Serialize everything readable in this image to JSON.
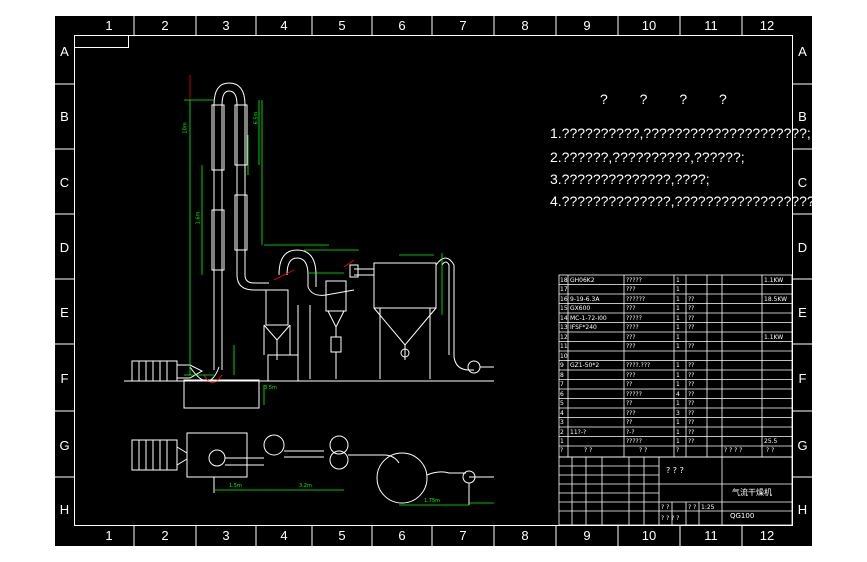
{
  "border": {
    "columns": [
      "1",
      "2",
      "3",
      "4",
      "5",
      "6",
      "7",
      "8",
      "9",
      "10",
      "11",
      "12"
    ],
    "rows": [
      "A",
      "B",
      "C",
      "D",
      "E",
      "F",
      "G",
      "H"
    ]
  },
  "notes": {
    "title": "? ? ? ?",
    "lines": [
      "1.??????????,?????????????????????;",
      "2.??????,??????????,??????;",
      "3.??????????????,????;",
      "4.??????????????,???????????????????"
    ]
  },
  "parts": [
    {
      "no": "18",
      "code": "GH06K2",
      "name": "?????",
      "qty": "1",
      "mat": "",
      "note": "1.1KW"
    },
    {
      "no": "17",
      "code": "",
      "name": "???",
      "qty": "1",
      "mat": "",
      "note": ""
    },
    {
      "no": "16",
      "code": "9-19-6.3A",
      "name": "??????",
      "qty": "1",
      "mat": "??",
      "note": "18.5KW"
    },
    {
      "no": "15",
      "code": "GX600",
      "name": "???",
      "qty": "1",
      "mat": "??",
      "note": ""
    },
    {
      "no": "14",
      "code": "MC-1-72-I00",
      "name": "?????",
      "qty": "1",
      "mat": "??",
      "note": ""
    },
    {
      "no": "13",
      "code": "IFSF*240",
      "name": "????",
      "qty": "1",
      "mat": "??",
      "note": ""
    },
    {
      "no": "12",
      "code": "",
      "name": "???",
      "qty": "1",
      "mat": "",
      "note": "1.1KW"
    },
    {
      "no": "11",
      "code": "",
      "name": "???",
      "qty": "1",
      "mat": "??",
      "note": ""
    },
    {
      "no": "10",
      "code": "",
      "name": "",
      "qty": "",
      "mat": "",
      "note": ""
    },
    {
      "no": "9",
      "code": "GZ1-50*2",
      "name": "????.???",
      "qty": "1",
      "mat": "??",
      "note": ""
    },
    {
      "no": "8",
      "code": "",
      "name": "???",
      "qty": "1",
      "mat": "??",
      "note": ""
    },
    {
      "no": "7",
      "code": "",
      "name": "??",
      "qty": "1",
      "mat": "??",
      "note": ""
    },
    {
      "no": "6",
      "code": "",
      "name": "?????",
      "qty": "4",
      "mat": "??",
      "note": ""
    },
    {
      "no": "5",
      "code": "",
      "name": "??",
      "qty": "1",
      "mat": "??",
      "note": ""
    },
    {
      "no": "4",
      "code": "",
      "name": "???",
      "qty": "3",
      "mat": "??",
      "note": ""
    },
    {
      "no": "3",
      "code": "",
      "name": "??",
      "qty": "1",
      "mat": "??",
      "note": ""
    },
    {
      "no": "2",
      "code": "11?-?",
      "name": "?-?",
      "qty": "1",
      "mat": "??",
      "note": ""
    },
    {
      "no": "1",
      "code": "",
      "name": "?????",
      "qty": "1",
      "mat": "??",
      "note": "25.5"
    }
  ],
  "parts_header": [
    "?",
    "? ?",
    "? ?",
    "?",
    "? ? ? ?",
    "? ?"
  ],
  "title_block": {
    "drawing_type": "? ? ?",
    "product_name": "气流干燥机",
    "drawing_no": "QG100",
    "scale_label": "? ?",
    "weight_label": "? ?",
    "scale_value": "1:25",
    "sheet_label": "? ? ? ?"
  },
  "dimensions": {
    "pipe_lengths": [
      "10m",
      "6.5m",
      "1.6m",
      "3.5m"
    ],
    "base_lengths": [
      "1.5m",
      "3.2m",
      "1.75m"
    ]
  },
  "colors": {
    "paper": "#000000",
    "frame": "#ffffff",
    "equipment": "#ffffff",
    "dimension": "#00ff00",
    "leader": "#ff0000"
  }
}
